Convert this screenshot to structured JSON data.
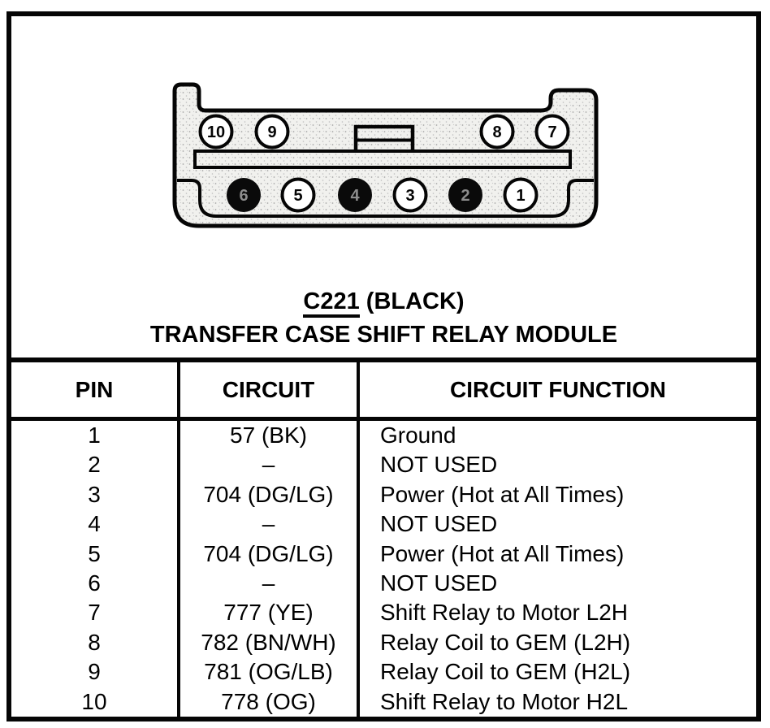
{
  "diagram": {
    "connector_id": "C221",
    "connector_color": "(BLACK)",
    "module_name": "TRANSFER CASE SHIFT RELAY MODULE",
    "top_pins": [
      {
        "num": "10",
        "filled": false
      },
      {
        "num": "9",
        "filled": false
      },
      {
        "num": "8",
        "filled": false
      },
      {
        "num": "7",
        "filled": false
      }
    ],
    "bottom_pins": [
      {
        "num": "6",
        "filled": true
      },
      {
        "num": "5",
        "filled": false
      },
      {
        "num": "4",
        "filled": true
      },
      {
        "num": "3",
        "filled": false
      },
      {
        "num": "2",
        "filled": true
      },
      {
        "num": "1",
        "filled": false
      }
    ]
  },
  "table": {
    "headers": {
      "pin": "PIN",
      "circuit": "CIRCUIT",
      "function": "CIRCUIT FUNCTION"
    },
    "rows": [
      {
        "pin": "1",
        "circuit": "57 (BK)",
        "function": "Ground"
      },
      {
        "pin": "2",
        "circuit": "–",
        "function": "NOT USED"
      },
      {
        "pin": "3",
        "circuit": "704 (DG/LG)",
        "function": "Power (Hot at All Times)"
      },
      {
        "pin": "4",
        "circuit": "–",
        "function": "NOT USED"
      },
      {
        "pin": "5",
        "circuit": "704 (DG/LG)",
        "function": "Power (Hot at All Times)"
      },
      {
        "pin": "6",
        "circuit": "–",
        "function": "NOT USED"
      },
      {
        "pin": "7",
        "circuit": "777 (YE)",
        "function": "Shift Relay to Motor L2H"
      },
      {
        "pin": "8",
        "circuit": "782 (BN/WH)",
        "function": "Relay Coil to GEM (L2H)"
      },
      {
        "pin": "9",
        "circuit": "781 (OG/LB)",
        "function": "Relay Coil to GEM (H2L)"
      },
      {
        "pin": "10",
        "circuit": "778 (OG)",
        "function": "Shift Relay to Motor H2L"
      }
    ]
  },
  "colors": {
    "ink": "#050505",
    "paper": "#ffffff",
    "connector_fill_dots": "#9a9a9a"
  }
}
